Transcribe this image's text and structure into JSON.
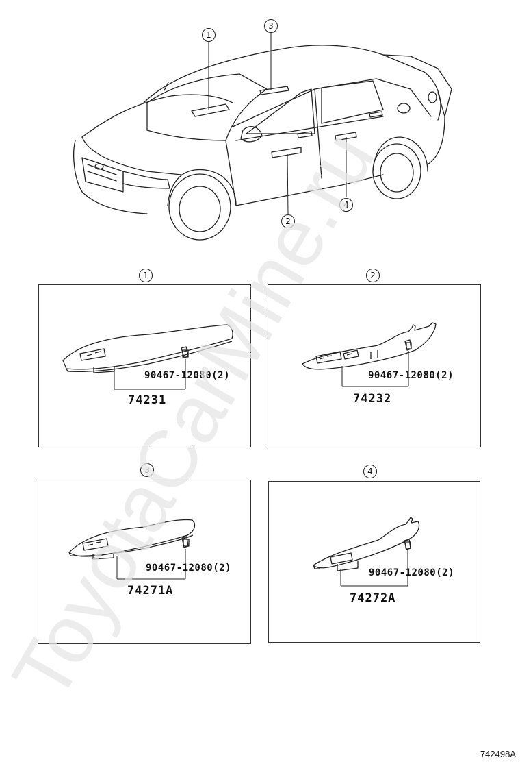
{
  "watermark": "ToyotaCarMine.ru",
  "figure_code": "742498A",
  "overview": {
    "callouts": [
      "1",
      "3",
      "2",
      "4"
    ]
  },
  "panels": [
    {
      "callout": "1",
      "fastener": "90467-12080(2)",
      "part_number": "74231"
    },
    {
      "callout": "2",
      "fastener": "90467-12080(2)",
      "part_number": "74232"
    },
    {
      "callout": "3",
      "fastener": "90467-12080(2)",
      "part_number": "74271A"
    },
    {
      "callout": "4",
      "fastener": "90467-12080(2)",
      "part_number": "74272A"
    }
  ],
  "colors": {
    "line": "#222222",
    "watermark": "#e6e6e6"
  }
}
